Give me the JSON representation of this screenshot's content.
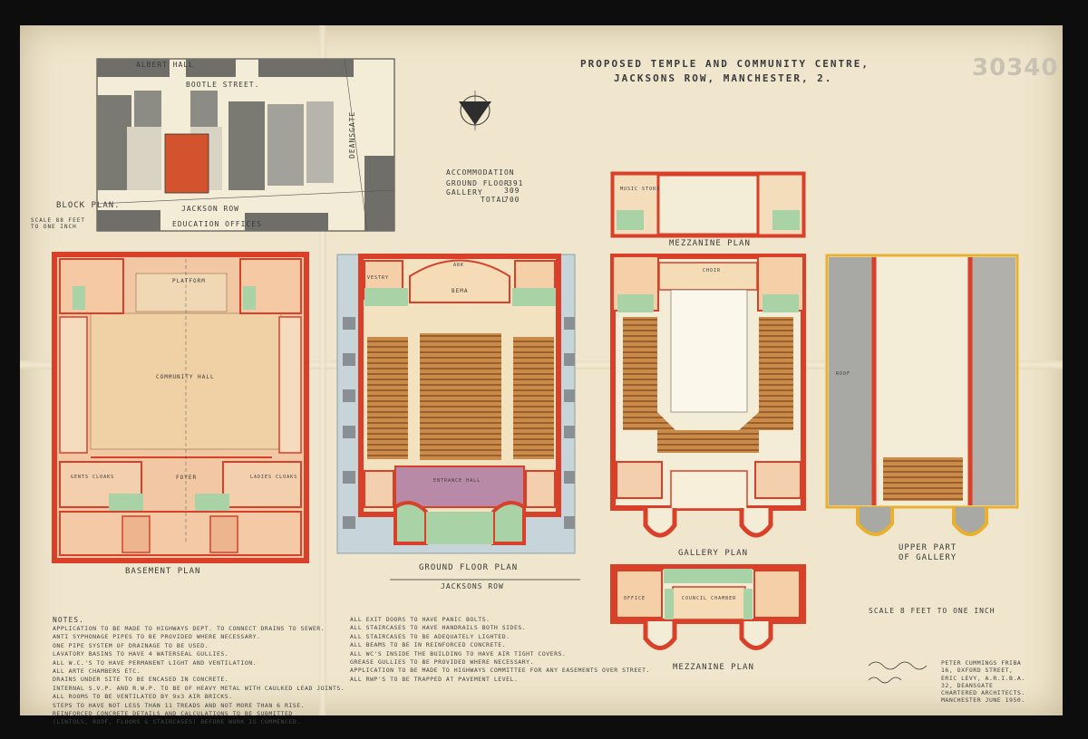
{
  "drawing": {
    "title_line1": "PROPOSED TEMPLE AND COMMUNITY CENTRE,",
    "title_line2": "JACKSONS ROW, MANCHESTER, 2.",
    "number": "30340",
    "scale_note": "SCALE 8 FEET TO ONE INCH"
  },
  "block_plan": {
    "title": "BLOCK PLAN.",
    "scale_text": "SCALE 88 FEET TO ONE INCH",
    "street_top": "ALBERT HALL",
    "street_bootle": "BOOTLE STREET.",
    "street_bottom": "JACKSON ROW",
    "street_deansgate": "DEANSGATE",
    "building_education": "EDUCATION OFFICES"
  },
  "accommodation": {
    "heading": "ACCOMMODATION",
    "ground_label": "GROUND FLOOR",
    "ground_value": "391",
    "gallery_label": "GALLERY",
    "gallery_value": "309",
    "total_label": "TOTAL",
    "total_value": "700"
  },
  "plans": {
    "basement": "BASEMENT PLAN",
    "ground": "GROUND FLOOR PLAN",
    "mezzanine_top": "MEZZANINE PLAN",
    "gallery": "GALLERY PLAN",
    "upper_gallery_1": "UPPER PART",
    "upper_gallery_2": "OF GALLERY",
    "mezzanine_bottom": "MEZZANINE PLAN",
    "jacksons_row": "JACKSONS ROW"
  },
  "rooms": {
    "community_hall": "COMMUNITY HALL",
    "platform": "PLATFORM",
    "foyer": "FOYER",
    "ladies_cloaks": "LADIES CLOAKS",
    "gents_cloaks": "GENTS CLOAKS",
    "entrance_hall": "ENTRANCE HALL",
    "bema": "BEMA",
    "ark": "ARK",
    "vestry": "VESTRY",
    "music_store": "MUSIC STORE",
    "choir": "CHOIR",
    "council_chamber": "COUNCIL CHAMBER",
    "office": "OFFICE",
    "roof": "ROOF"
  },
  "notes": {
    "heading": "NOTES.",
    "left": [
      "APPLICATION TO BE MADE TO HIGHWAYS DEPT. TO CONNECT DRAINS TO SEWER.",
      "ANTI SYPHONAGE PIPES TO BE PROVIDED WHERE NECESSARY.",
      "ONE PIPE SYSTEM OF DRAINAGE TO BE USED.",
      "LAVATORY BASINS TO HAVE 4 WATERSEAL GULLIES.",
      "ALL W.C.'S TO HAVE PERMANENT LIGHT AND VENTILATION.",
      "ALL ARTE CHAMBERS ETC.",
      "DRAINS UNDER SITE TO BE ENCASED IN CONCRETE.",
      "INTERNAL S.V.P. AND R.W.P. TO BE OF HEAVY METAL WITH CAULKED LEAD JOINTS.",
      "ALL ROOMS TO BE VENTILATED BY 9x3 AIR BRICKS.",
      "STEPS TO HAVE NOT LESS THAN 11 TREADS AND NOT MORE THAN 6 RISE.",
      "REINFORCED CONCRETE DETAILS AND CALCULATIONS TO BE SUBMITTED",
      "(LINTOLS, ROOF, FLOORS & STAIRCASES) BEFORE WORK IS COMMENCED."
    ],
    "right": [
      "ALL EXIT DOORS TO HAVE PANIC BOLTS.",
      "ALL STAIRCASES TO HAVE HANDRAILS BOTH SIDES.",
      "ALL STAIRCASES TO BE ADEQUATELY LIGHTED.",
      "ALL BEAMS TO BE IN REINFORCED CONCRETE.",
      "ALL WC'S INSIDE THE BUILDING TO HAVE AIR TIGHT COVERS.",
      "GREASE GULLIES TO BE PROVIDED WHERE NECESSARY.",
      "APPLICATION TO BE MADE TO HIGHWAYS COMMITTEE FOR ANY EASEMENTS OVER STREET.",
      "ALL RWP'S TO BE TRAPPED AT PAVEMENT LEVEL."
    ]
  },
  "architect": {
    "lines": [
      "PETER CUMMINGS FRIBA",
      "16, OXFORD STREET,",
      "ERIC LEVY, A.R.I.B.A.",
      "32, DEANSGATE",
      "CHARTERED ARCHITECTS.",
      "MANCHESTER JUNE 1950."
    ]
  },
  "colors": {
    "wall": "#d8402a",
    "wall_alt": "#e8b030",
    "floor_peach": "#efc49a",
    "floor_cream": "#f1dfb6",
    "green_service": "#a9d3a6",
    "grey_roof": "#a8a8a4",
    "seating_brown": "#b06a2c",
    "entrance_mauve": "#b98aa7",
    "paper": "#efe6cd"
  }
}
